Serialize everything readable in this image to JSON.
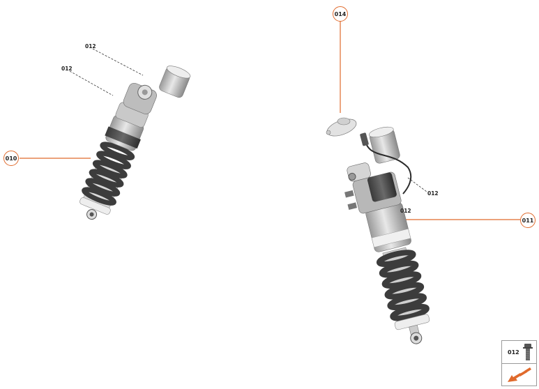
{
  "diagram": {
    "type": "exploded-parts-diagram",
    "accent_color": "#e06a2c",
    "callouts": [
      {
        "id": "010",
        "label": "010"
      },
      {
        "id": "011",
        "label": "011"
      },
      {
        "id": "014",
        "label": "014"
      }
    ],
    "references": [
      {
        "label": "012"
      },
      {
        "label": "012"
      },
      {
        "label": "012"
      },
      {
        "label": "012"
      }
    ],
    "legend": {
      "part_number": "012",
      "part_icon": "bolt-icon",
      "action_icon": "arrow-down-left-icon"
    }
  }
}
